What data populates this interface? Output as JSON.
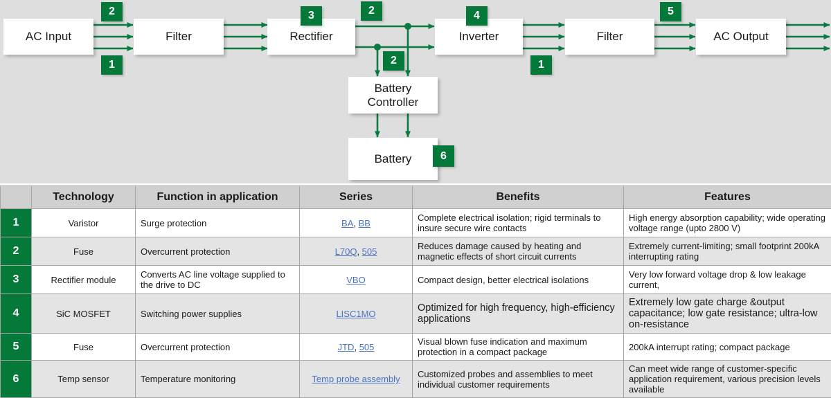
{
  "diagram": {
    "background_color": "#dedede",
    "accent_color": "#04793a",
    "blocks": [
      {
        "id": "ac-input",
        "label": "AC Input"
      },
      {
        "id": "filter-input",
        "label": "Filter"
      },
      {
        "id": "rectifier",
        "label": "Rectifier"
      },
      {
        "id": "inverter",
        "label": "Inverter"
      },
      {
        "id": "filter-output",
        "label": "Filter"
      },
      {
        "id": "ac-output",
        "label": "AC Output"
      },
      {
        "id": "battery-controller",
        "label": "Battery\nController"
      },
      {
        "id": "battery",
        "label": "Battery"
      }
    ],
    "badges": [
      {
        "id": "badge-ac-input-top",
        "label": "2"
      },
      {
        "id": "badge-ac-input-bottom",
        "label": "1"
      },
      {
        "id": "badge-rectifier",
        "label": "3"
      },
      {
        "id": "badge-dc-bus",
        "label": "2"
      },
      {
        "id": "badge-battery-branch",
        "label": "2"
      },
      {
        "id": "badge-inverter",
        "label": "4"
      },
      {
        "id": "badge-inverter-bottom",
        "label": "1"
      },
      {
        "id": "badge-filter-output",
        "label": "5"
      },
      {
        "id": "badge-battery",
        "label": "6"
      }
    ]
  },
  "table": {
    "headers": [
      "",
      "Technology",
      "Function in application",
      "Series",
      "Benefits",
      "Features"
    ],
    "rows": [
      {
        "index": "1",
        "technology": "Varistor",
        "function": "Surge protection",
        "series": [
          {
            "text": "BA",
            "link": true
          },
          {
            "text": ", ",
            "link": false
          },
          {
            "text": "BB",
            "link": true
          }
        ],
        "benefits": "Complete electrical isolation; rigid terminals to insure secure wire contacts",
        "features": "High energy absorption capability; wide operating voltage range (upto 2800 V)"
      },
      {
        "index": "2",
        "technology": "Fuse",
        "function": "Overcurrent protection",
        "series": [
          {
            "text": "L70Q",
            "link": true
          },
          {
            "text": ", ",
            "link": false
          },
          {
            "text": "505",
            "link": true
          }
        ],
        "benefits": "Reduces damage caused by heating and magnetic effects of short circuit currents",
        "features": "Extremely current-limiting; small footprint 200kA interrupting rating"
      },
      {
        "index": "3",
        "technology": "Rectifier module",
        "function": "Converts AC line voltage supplied to the drive to DC",
        "series": [
          {
            "text": "VBO",
            "link": true
          }
        ],
        "benefits": "Compact design, better electrical isolations",
        "features": "Very low forward voltage drop & low leakage current,"
      },
      {
        "index": "4",
        "technology": "SiC MOSFET",
        "function": "Switching power supplies",
        "series": [
          {
            "text": "LISC1MO",
            "link": true
          }
        ],
        "benefits": "Optimized for high frequency, high-efficiency applications",
        "features": "Extremely low gate charge &output capacitance; low gate resistance; ultra-low on-resistance"
      },
      {
        "index": "5",
        "technology": "Fuse",
        "function": "Overcurrent protection",
        "series": [
          {
            "text": "JTD",
            "link": true
          },
          {
            "text": ", ",
            "link": false
          },
          {
            "text": "505",
            "link": true
          }
        ],
        "benefits": "Visual blown fuse indication and maximum protection in a compact package",
        "features": "200kA  interrupt rating; compact package"
      },
      {
        "index": "6",
        "technology": "Temp sensor",
        "function": "Temperature monitoring",
        "series": [
          {
            "text": "Temp probe assembly",
            "link": true
          }
        ],
        "benefits": "Customized probes and assemblies to meet individual customer requirements",
        "features": "Can meet wide range of customer-specific application requirement, various precision levels available"
      }
    ]
  }
}
